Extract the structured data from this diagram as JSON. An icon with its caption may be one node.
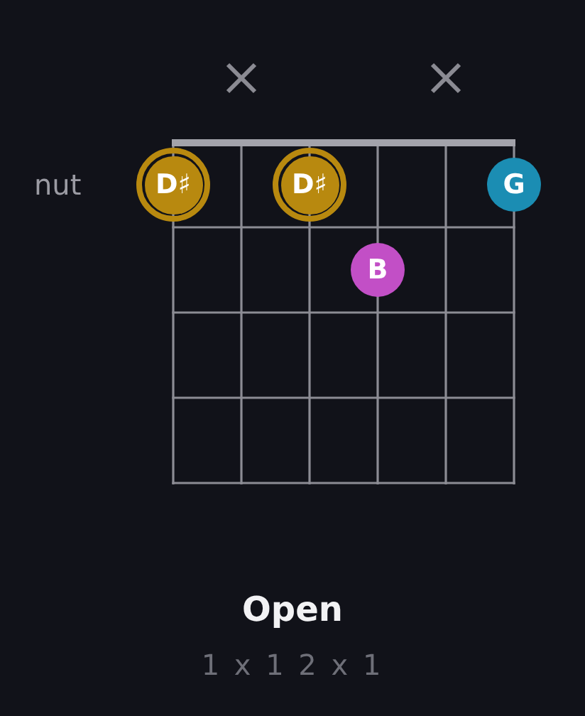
{
  "diagram": {
    "title": "Open",
    "nodes": [
      {
        "text": [
          "D♯"
        ]
      },
      {
        "text": [
          "D♯"
        ]
      },
      {
        "text": [
          "G"
        ]
      },
      {
        "text": [
          "B"
        ]
      }
    ],
    "labels": [
      "nut",
      "1 x 1 2 x 1"
    ]
  }
}
